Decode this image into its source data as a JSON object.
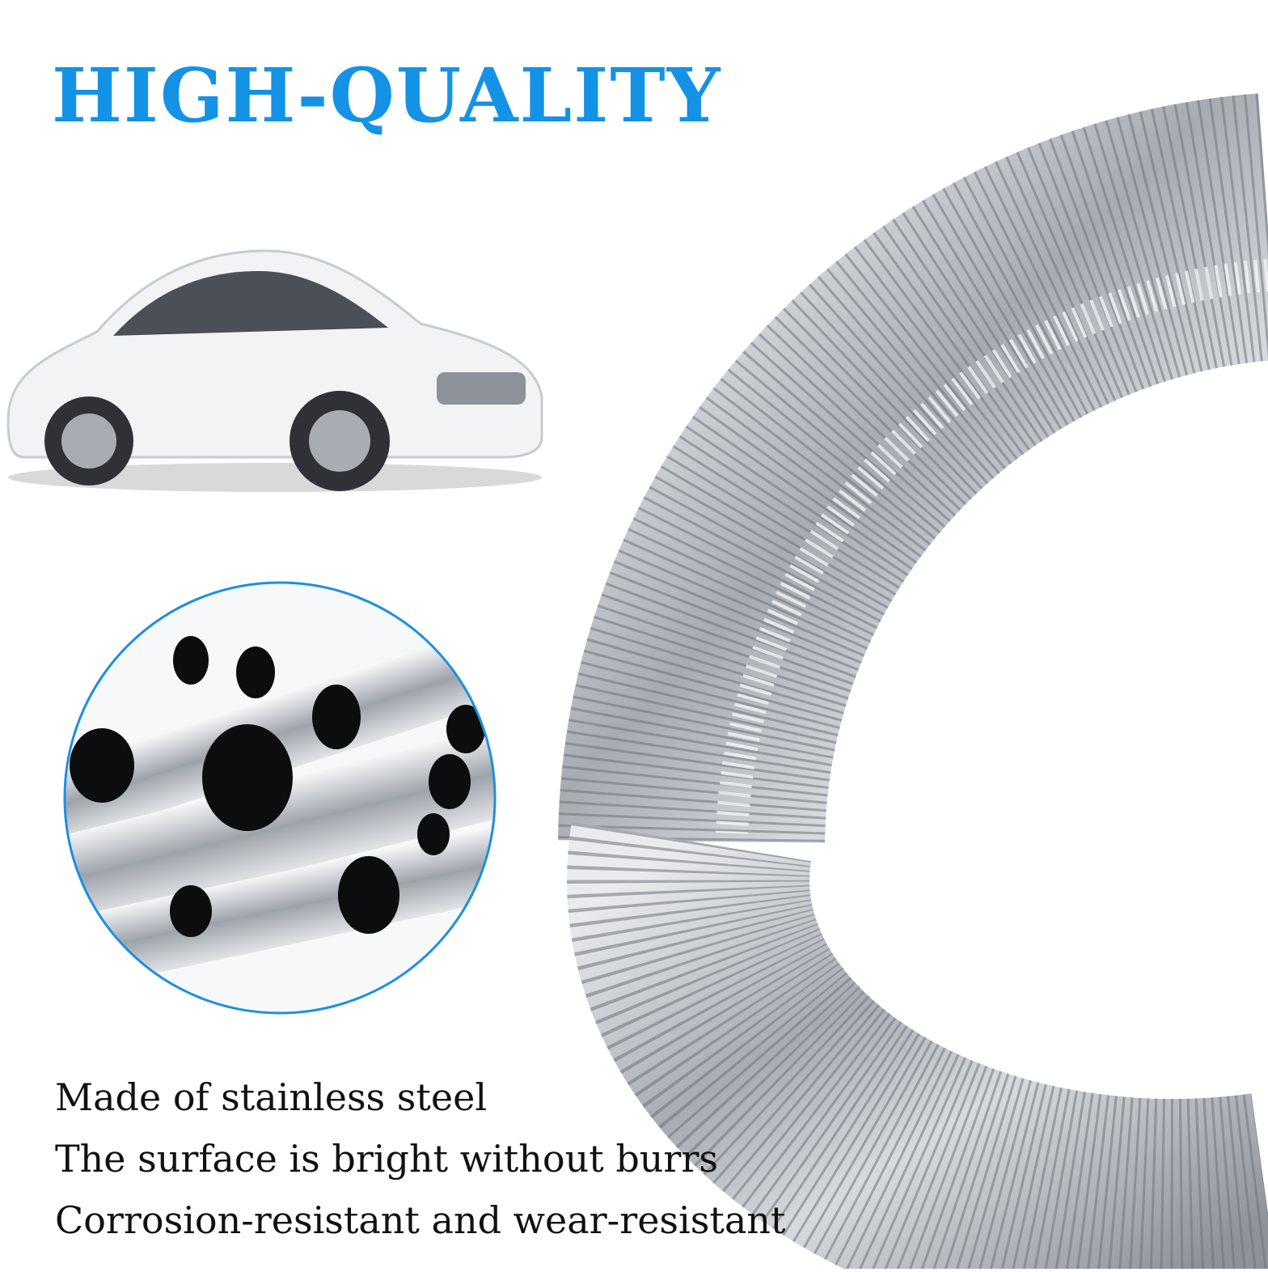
{
  "headline": "HIGH-QUALITY",
  "features": [
    "Made of stainless steel",
    "The surface is bright without burrs",
    "Corrosion-resistant and wear-resistant"
  ],
  "colors": {
    "headline": "#1492e6",
    "circle_border": "#1e8fe0",
    "text": "#111111",
    "steel": "#b9bcc2"
  },
  "images": {
    "hose": "corrugated-stainless-hose-image",
    "car": "white-sedan-image",
    "pipes": "stainless-pipes-closeup-image"
  }
}
